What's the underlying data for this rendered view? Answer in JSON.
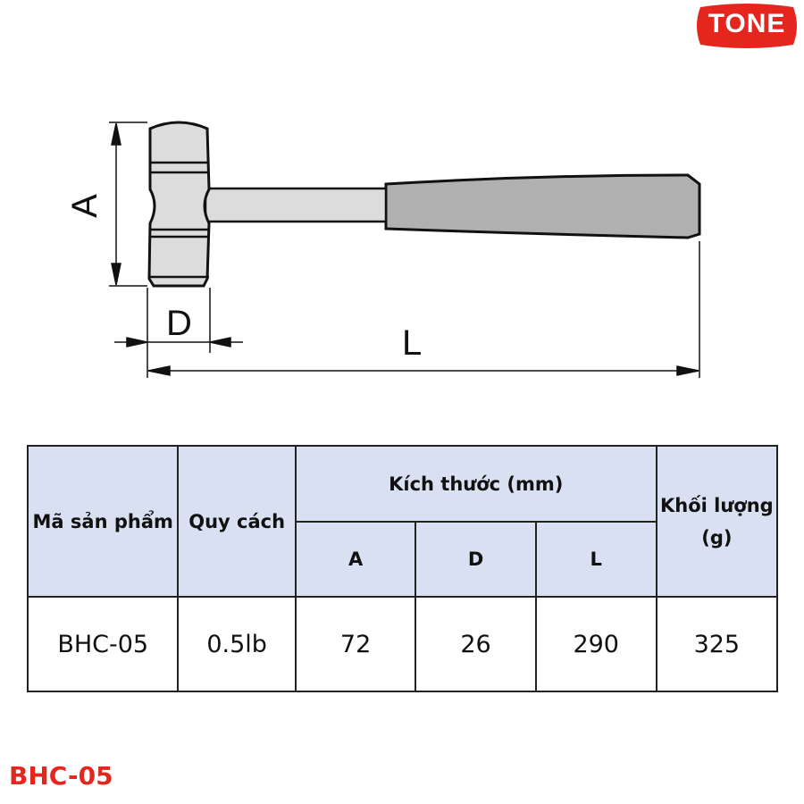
{
  "brand": {
    "logo_text": "TONE",
    "color": "#e4261f"
  },
  "diagram": {
    "labels": {
      "a": "A",
      "d": "D",
      "l": "L"
    }
  },
  "table": {
    "headers": {
      "code": "Mã sản phẩm",
      "spec": "Quy cách",
      "dims": "Kích thước (mm)",
      "a": "A",
      "d": "D",
      "l": "L",
      "weight": "Khối lượng (g)"
    },
    "rows": [
      {
        "code": "BHC-05",
        "spec": "0.5lb",
        "a": "72",
        "d": "26",
        "l": "290",
        "weight": "325"
      }
    ]
  },
  "footer": {
    "product_code": "BHC-05"
  }
}
